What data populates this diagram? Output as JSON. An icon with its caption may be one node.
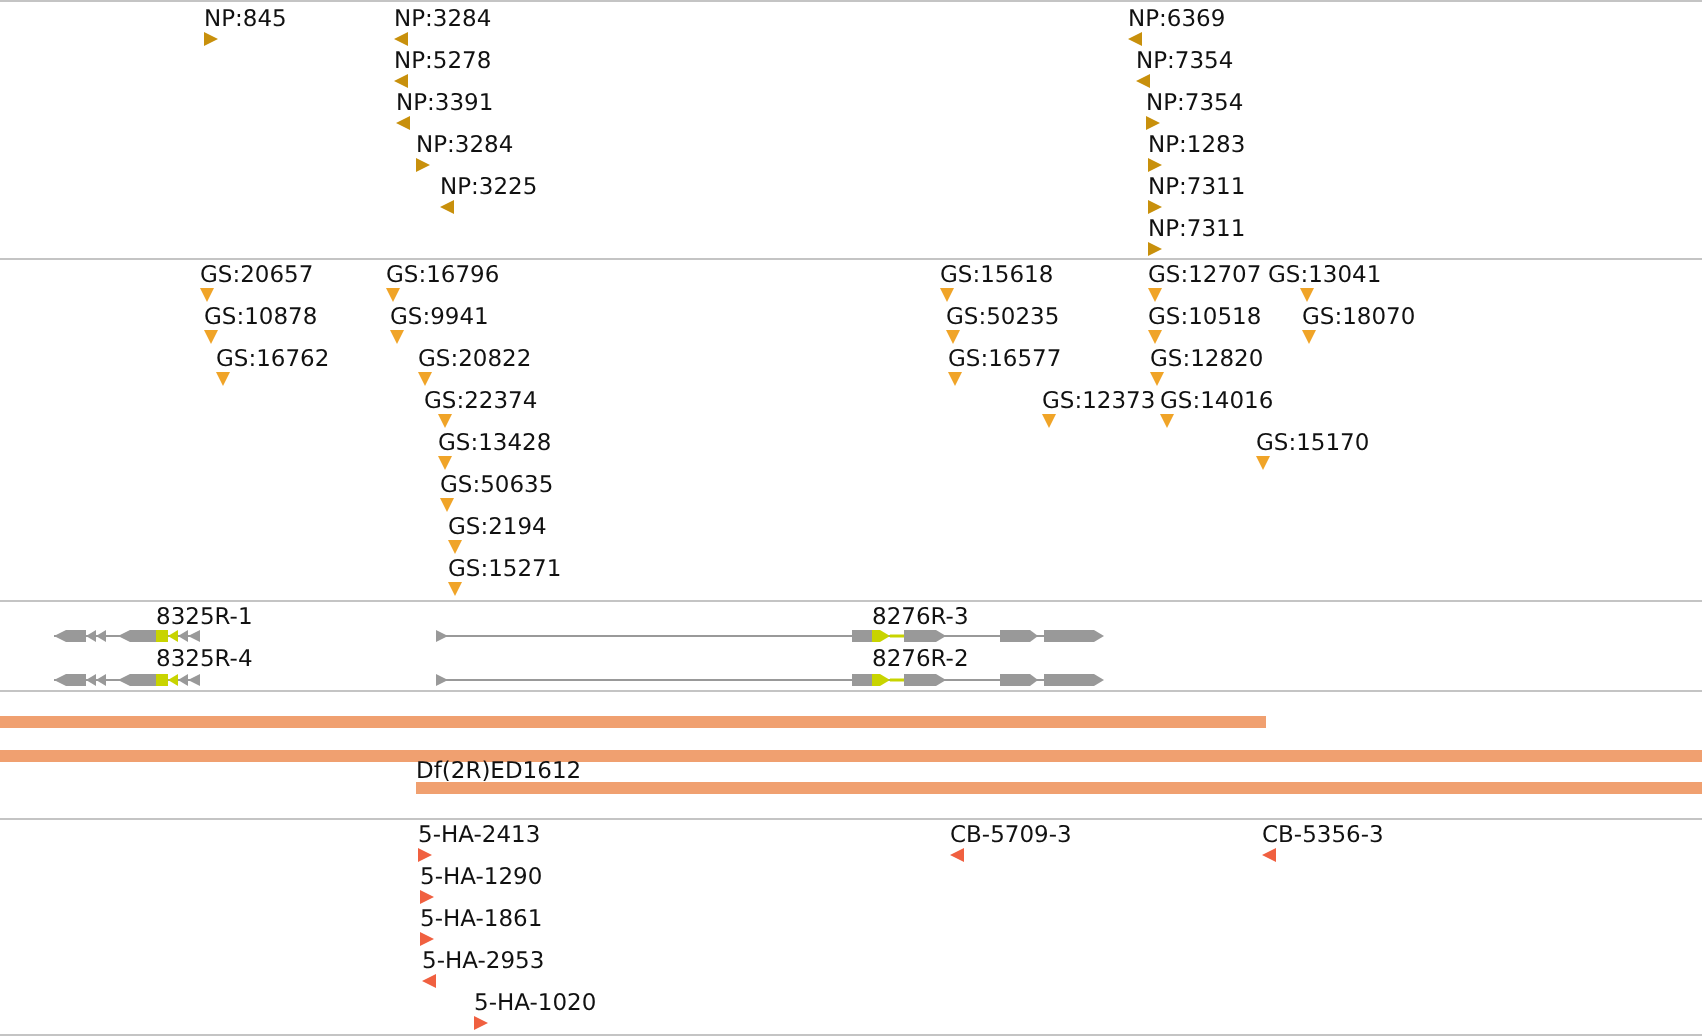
{
  "diagram": {
    "labels": [
      "NP:845",
      "NP:3284",
      "NP:5278",
      "NP:3391",
      "NP:3284",
      "NP:3225",
      "NP:6369",
      "NP:7354",
      "NP:7354",
      "NP:1283",
      "NP:7311",
      "NP:7311",
      "GS:20657",
      "GS:16796",
      "GS:15618",
      "GS:12707",
      "GS:13041",
      "GS:10878",
      "GS:9941",
      "GS:50235",
      "GS:10518",
      "GS:18070",
      "GS:16762",
      "GS:20822",
      "GS:16577",
      "GS:12820",
      "GS:22374",
      "GS:12373",
      "GS:14016",
      "GS:13428",
      "GS:15170",
      "GS:50635",
      "GS:2194",
      "GS:15271",
      "8325R-1",
      "8276R-3",
      "8325R-4",
      "8276R-2",
      "Df(2R)ED1612",
      "5-HA-2413",
      "CB-5709-3",
      "CB-5356-3",
      "5-HA-1290",
      "5-HA-1861",
      "5-HA-2953",
      "5-HA-1020"
    ]
  }
}
